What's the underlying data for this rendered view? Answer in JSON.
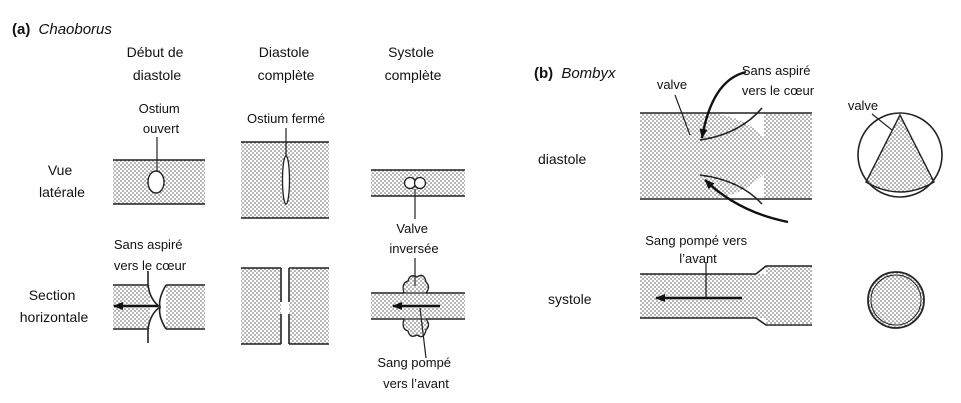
{
  "panel_a": {
    "letter": "(a)",
    "name": "Chaoborus",
    "col1": [
      "Début de",
      "diastole"
    ],
    "col2": [
      "Diastole",
      "complète"
    ],
    "col3": [
      "Systole",
      "complète"
    ],
    "row1": [
      "Vue",
      "latérale"
    ],
    "row2": [
      "Section",
      "horizontale"
    ],
    "ostium_open": [
      "Ostium",
      "ouvert"
    ],
    "ostium_closed": "Ostium fermé",
    "blood_in": [
      "Sans aspiré",
      "vers le cœur"
    ],
    "valve_inv": [
      "Valve",
      "inversée"
    ],
    "blood_out": [
      "Sang pompé",
      "vers l’avant"
    ]
  },
  "panel_b": {
    "letter": "(b)",
    "name": "Bombyx",
    "valve": "valve",
    "valve_right": "valve",
    "blood_in": [
      "Sans aspiré",
      "vers le cœur"
    ],
    "diastole": "diastole",
    "blood_out": [
      "Sang pompé vers",
      "l’avant"
    ],
    "systole": "systole"
  },
  "colors": {
    "line": "#222222",
    "stipple": "#555555",
    "background": "#ffffff"
  }
}
